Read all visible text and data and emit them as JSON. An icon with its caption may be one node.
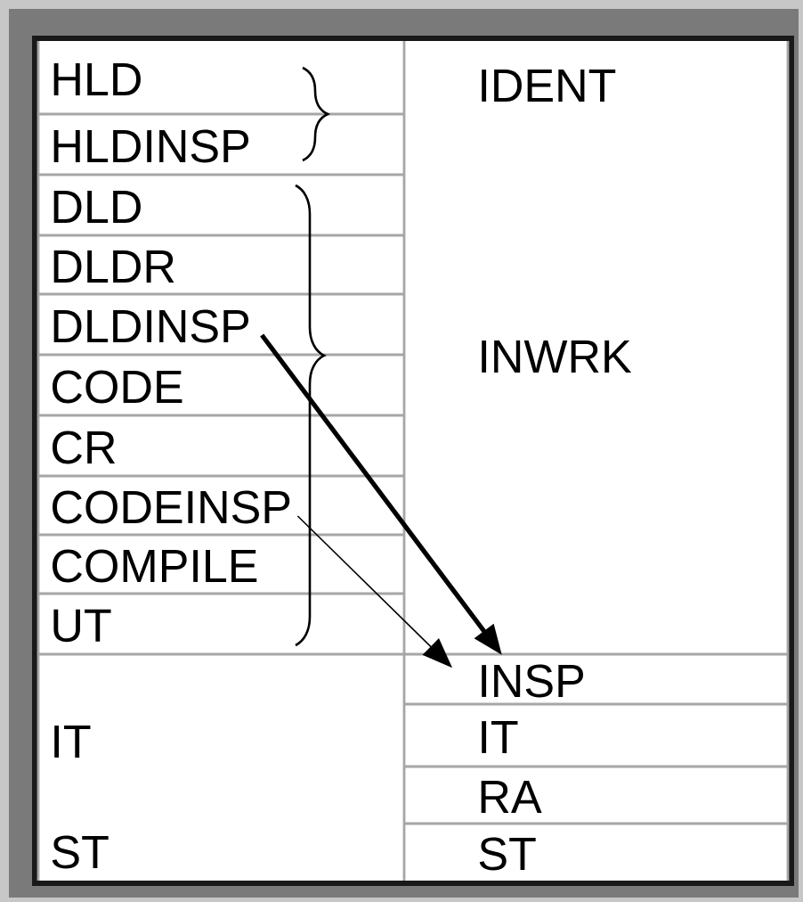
{
  "diagram": {
    "nodes": [
      {
        "text": [
          "HLD"
        ]
      },
      {
        "text": [
          "HLDINSP"
        ]
      },
      {
        "text": [
          "DLD"
        ]
      },
      {
        "text": [
          "DLDR"
        ]
      },
      {
        "text": [
          "DLDINSP"
        ]
      },
      {
        "text": [
          "CODE"
        ]
      },
      {
        "text": [
          "CR"
        ]
      },
      {
        "text": [
          "CODEINSP"
        ]
      },
      {
        "text": [
          "COMPILE"
        ]
      },
      {
        "text": [
          "UT"
        ]
      },
      {
        "text": [
          "IT"
        ]
      },
      {
        "text": [
          "ST"
        ]
      },
      {
        "text": [
          "IDENT"
        ]
      },
      {
        "text": [
          "INWRK"
        ]
      },
      {
        "text": [
          "INSP"
        ]
      },
      {
        "text": [
          "IT"
        ]
      },
      {
        "text": [
          "RA"
        ]
      },
      {
        "text": [
          "ST"
        ]
      }
    ],
    "edges": [
      {
        "from": 4,
        "to": 14,
        "arrow": "to",
        "style": "thick"
      },
      {
        "from": 7,
        "to": 14,
        "arrow": "to"
      }
    ]
  }
}
